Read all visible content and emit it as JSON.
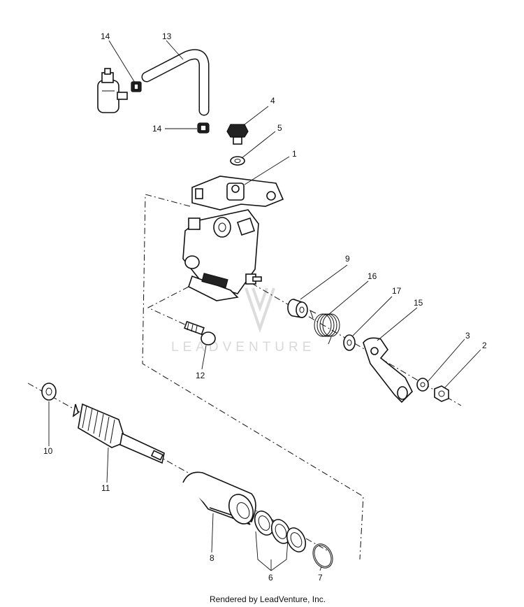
{
  "callouts": {
    "p1": "1",
    "p2": "2",
    "p3": "3",
    "p4": "4",
    "p5": "5",
    "p6": "6",
    "p7": "7",
    "p8": "8",
    "p9": "9",
    "p10": "10",
    "p11": "11",
    "p12": "12",
    "p13": "13",
    "p14a": "14",
    "p14b": "14",
    "p15": "15",
    "p16": "16",
    "p17": "17"
  },
  "watermark": "LEADVENTURE",
  "footer": "Rendered by LeadVenture, Inc."
}
